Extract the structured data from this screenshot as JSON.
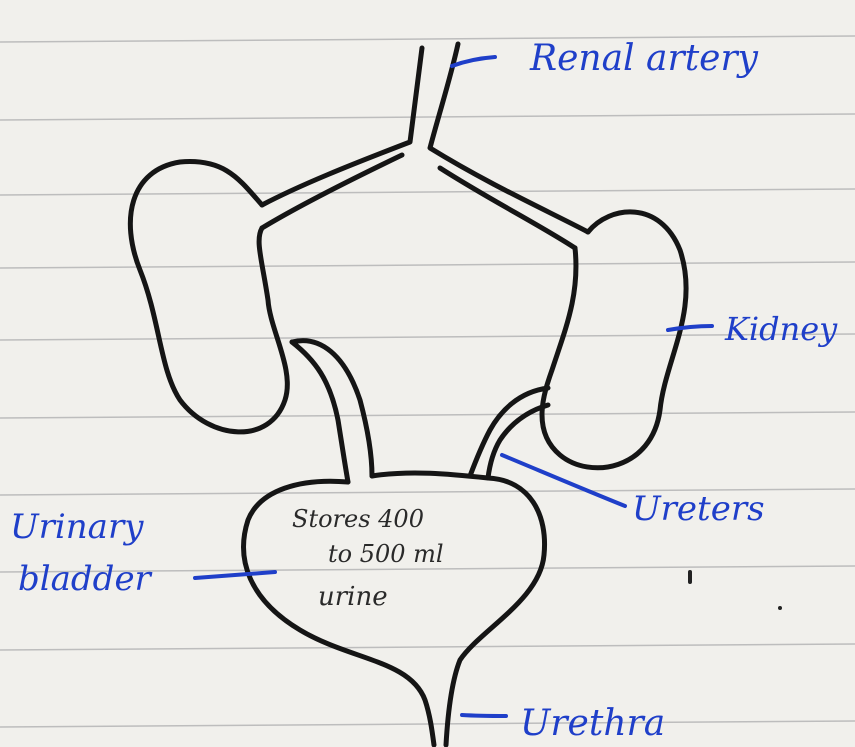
{
  "diagram": {
    "labels": {
      "renal_artery": "Renal artery",
      "kidney": "Kidney",
      "ureters": "Ureters",
      "urinary_bladder_line1": "Urinary",
      "urinary_bladder_line2": "bladder",
      "urethra": "Urethra"
    },
    "note": {
      "line1": "Stores 400",
      "line2": "to 500 ml",
      "line3": "urine"
    },
    "colors": {
      "ink": "#151515",
      "label_ink": "#1f3fc9",
      "paper": "#f1f0ec",
      "ruled_line": "#bdbdbd"
    }
  }
}
